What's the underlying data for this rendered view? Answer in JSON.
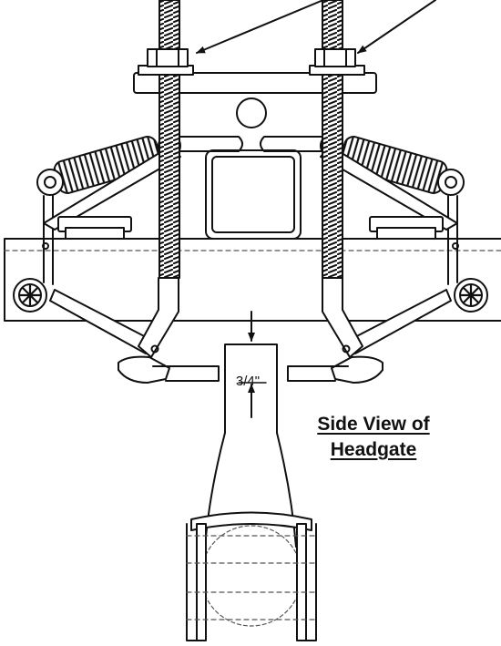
{
  "diagram": {
    "caption_line1": "Side View of",
    "caption_line2": "Headgate",
    "gap_dimension": "3/4\""
  },
  "colors": {
    "line": "#111111",
    "dashed": "#555555",
    "background": "#ffffff"
  }
}
